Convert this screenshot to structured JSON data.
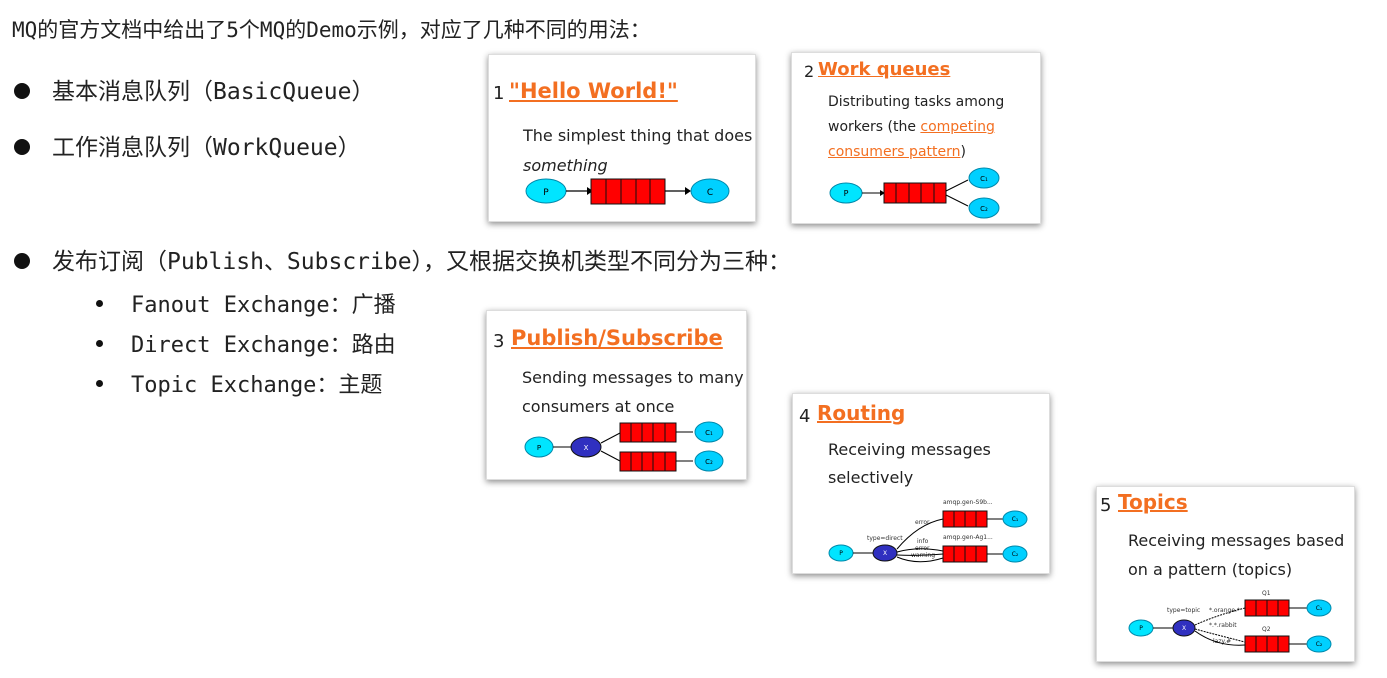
{
  "intro": "MQ的官方文档中给出了5个MQ的Demo示例，对应了几种不同的用法：",
  "bullets": [
    "基本消息队列（BasicQueue）",
    "工作消息队列（WorkQueue）",
    "发布订阅（Publish、Subscribe），又根据交换机类型不同分为三种："
  ],
  "sub_items": [
    "Fanout Exchange：广播",
    "Direct Exchange：路由",
    "Topic Exchange：主题"
  ],
  "colors": {
    "link": "#f36f21",
    "queue": "#ff0000",
    "node": "#00e5ff",
    "exchange": "#2f2fbf"
  },
  "cards": {
    "c1": {
      "num": "1",
      "title": "\"Hello World!\"",
      "desc1": "The simplest thing that does",
      "desc2": "something",
      "p": "P",
      "c": "C"
    },
    "c2": {
      "num": "2",
      "title": "Work queues",
      "d1": "Distributing tasks among",
      "d2a": "workers (the ",
      "d2b": "competing",
      "d3a": "consumers pattern",
      "d3b": ")",
      "p": "P",
      "c1": "C₁",
      "c2": "C₂"
    },
    "c3": {
      "num": "3",
      "title": "Publish/Subscribe",
      "d1": "Sending messages to many",
      "d2": "consumers at once",
      "p": "P",
      "x": "X",
      "c1": "C₁",
      "c2": "C₂"
    },
    "c4": {
      "num": "4",
      "title": "Routing",
      "d1": "Receiving messages",
      "d2": "selectively",
      "p": "P",
      "x": "X",
      "c1": "C₁",
      "c2": "C₂",
      "type": "type=direct",
      "q1": "amqp.gen-S9b...",
      "q2": "amqp.gen-Ag1...",
      "k_error": "error",
      "k_info": "info",
      "k_error2": "error",
      "k_warning": "warning"
    },
    "c5": {
      "num": "5",
      "title": "Topics",
      "d1": "Receiving messages based",
      "d2": "on a pattern (topics)",
      "p": "P",
      "x": "X",
      "c1": "C₁",
      "c2": "C₂",
      "type": "type=topic",
      "q1": "Q1",
      "q2": "Q2",
      "k1": "*.orange.*",
      "k2": "*.*.rabbit",
      "k3": "lazy.#"
    }
  }
}
